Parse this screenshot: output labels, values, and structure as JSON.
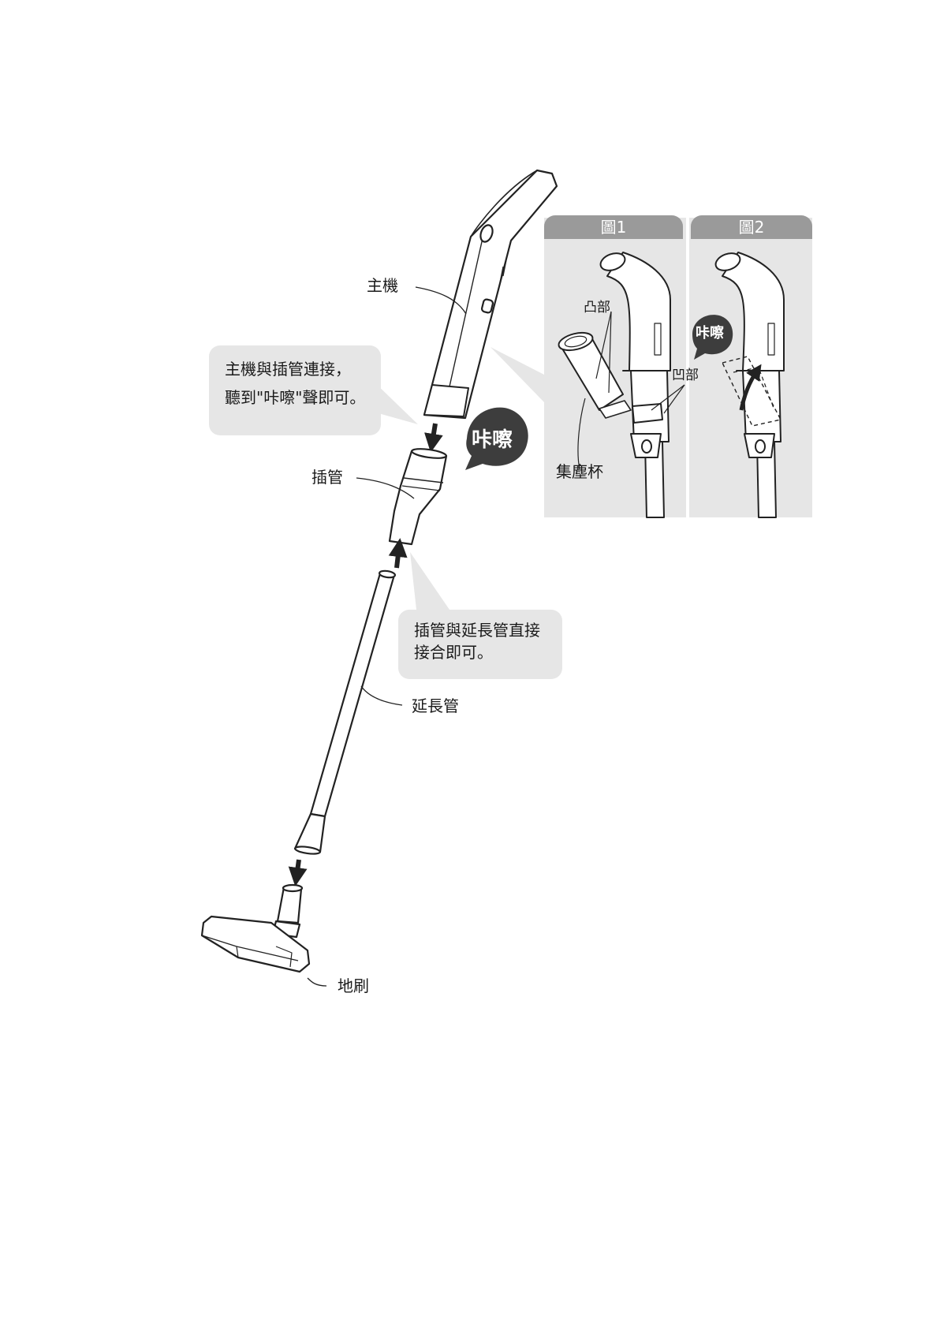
{
  "labels": {
    "main_unit": "主機",
    "connector": "插管",
    "extension_tube": "延長管",
    "floor_brush": "地刷",
    "dust_cup": "集塵杯",
    "protrusion": "凸部",
    "recess": "凹部"
  },
  "callouts": {
    "main_connect_line1": "主機與插管連接，",
    "main_connect_line2": "聽到\"咔嚓\"聲即可。",
    "tube_connect_line1": "插管與延長管直接",
    "tube_connect_line2": "接合即可。"
  },
  "sounds": {
    "click_main": "咔嚓",
    "click_fig2": "咔嚓"
  },
  "figures": {
    "fig1_title": "圖1",
    "fig2_title": "圖2"
  },
  "colors": {
    "tab": "#9a9a9a",
    "callout": "#e6e6e6",
    "badge": "#3d3d3d",
    "line": "#222222"
  }
}
